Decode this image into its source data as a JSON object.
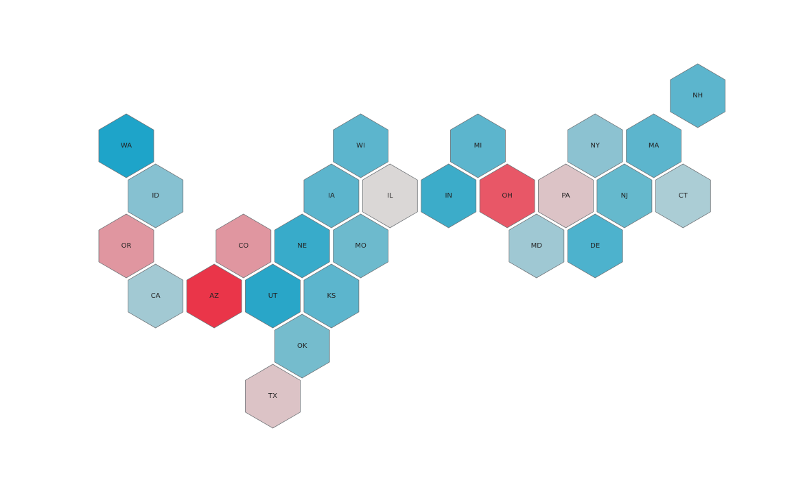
{
  "map": {
    "type": "hex-tile-cartogram",
    "tiles": [
      {
        "code": "NH",
        "row": 0,
        "col": 19.5,
        "color": "#5cb5cd"
      },
      {
        "code": "WA",
        "row": 1,
        "col": 0,
        "color": "#1ea4c9"
      },
      {
        "code": "WI",
        "row": 1,
        "col": 8,
        "color": "#5cb5cd"
      },
      {
        "code": "MI",
        "row": 1,
        "col": 12,
        "color": "#5cb5cd"
      },
      {
        "code": "NY",
        "row": 1,
        "col": 16,
        "color": "#8cc2d1"
      },
      {
        "code": "MA",
        "row": 1,
        "col": 18,
        "color": "#5cb5cd"
      },
      {
        "code": "ID",
        "row": 2,
        "col": 1,
        "color": "#86c1d1"
      },
      {
        "code": "IA",
        "row": 2,
        "col": 7,
        "color": "#5cb5cd"
      },
      {
        "code": "IL",
        "row": 2,
        "col": 9,
        "color": "#dad7d6"
      },
      {
        "code": "IN",
        "row": 2,
        "col": 11,
        "color": "#3cacc9"
      },
      {
        "code": "OH",
        "row": 2,
        "col": 13,
        "color": "#e85767"
      },
      {
        "code": "PA",
        "row": 2,
        "col": 15,
        "color": "#dcc3c6"
      },
      {
        "code": "NJ",
        "row": 2,
        "col": 17,
        "color": "#65b9cd"
      },
      {
        "code": "CT",
        "row": 2,
        "col": 19,
        "color": "#abcdd5"
      },
      {
        "code": "OR",
        "row": 3,
        "col": 0,
        "color": "#e096a0"
      },
      {
        "code": "CO",
        "row": 3,
        "col": 4,
        "color": "#e096a0"
      },
      {
        "code": "NE",
        "row": 3,
        "col": 6,
        "color": "#38abca"
      },
      {
        "code": "MO",
        "row": 3,
        "col": 8,
        "color": "#6dbacd"
      },
      {
        "code": "MD",
        "row": 3,
        "col": 14,
        "color": "#9fc8d3"
      },
      {
        "code": "DE",
        "row": 3,
        "col": 16,
        "color": "#4db2cd"
      },
      {
        "code": "CA",
        "row": 4,
        "col": 1,
        "color": "#a2c9d3"
      },
      {
        "code": "AZ",
        "row": 4,
        "col": 3,
        "color": "#ea3549"
      },
      {
        "code": "UT",
        "row": 4,
        "col": 5,
        "color": "#29a6c8"
      },
      {
        "code": "KS",
        "row": 4,
        "col": 7,
        "color": "#5cb5cd"
      },
      {
        "code": "OK",
        "row": 5,
        "col": 6,
        "color": "#75bccd"
      },
      {
        "code": "TX",
        "row": 6,
        "col": 5,
        "color": "#dcc3c6"
      }
    ]
  }
}
